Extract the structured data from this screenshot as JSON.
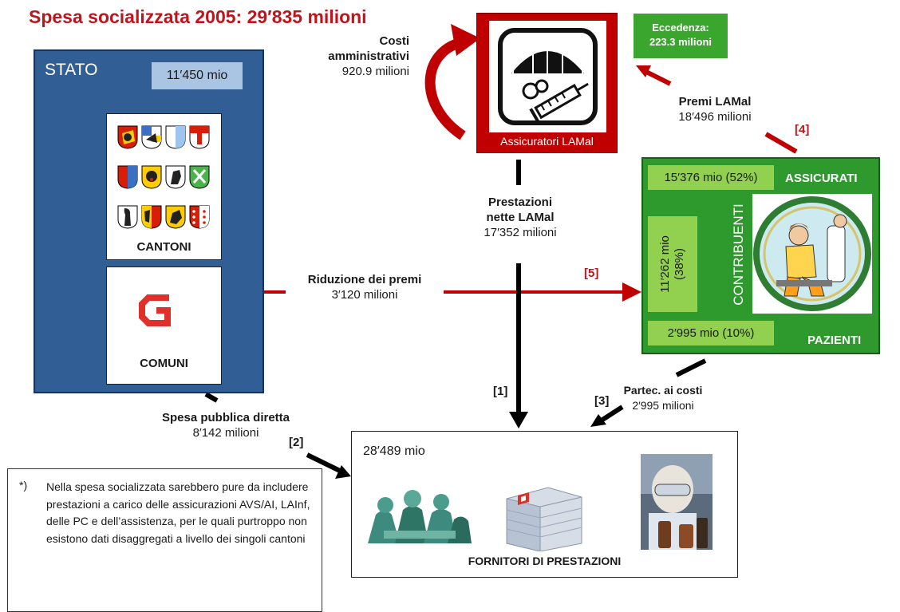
{
  "title": "Spesa socializzata 2005: 29′835 milioni",
  "stato": {
    "title": "STATO",
    "value": "11′450 mio",
    "cantoni_label": "CANTONI",
    "comuni_label": "COMUNI"
  },
  "assicuratori": {
    "label": "Assicuratori LAMal",
    "eccedenza_line1": "Eccedenza:",
    "eccedenza_line2": "223.3 milioni"
  },
  "costi_amm": {
    "line1": "Costi",
    "line2": "amministrativi",
    "line3": "920.9 milioni"
  },
  "premi": {
    "label": "Premi LAMal",
    "value": "18′496 milioni",
    "tag": "[4]"
  },
  "prestazioni": {
    "line1": "Prestazioni",
    "line2": "nette LAMal",
    "line3": "17′352 milioni",
    "tag": "[1]"
  },
  "riduzione": {
    "label": "Riduzione dei premi",
    "value": "3′120 milioni",
    "tag": "[5]"
  },
  "contribuenti": {
    "assicurati_value": "15′376 mio (52%)",
    "assicurati_label": "ASSICURATI",
    "contrib_value_line1": "11′262 mio",
    "contrib_value_line2": "(38%)",
    "contrib_label": "CONTRIBUENTI",
    "pazienti_value": "2′995 mio (10%)",
    "pazienti_label": "PAZIENTI"
  },
  "partec": {
    "label": "Partec. ai costi",
    "value": "2′995 milioni",
    "tag": "[3]"
  },
  "spesa_pubblica": {
    "label": "Spesa pubblica diretta",
    "value": "8′142 milioni",
    "tag": "[2]"
  },
  "fornitori": {
    "value": "28′489 mio",
    "label": "FORNITORI DI PRESTAZIONI"
  },
  "note": {
    "star": "*)",
    "text": "Nella spesa socializzata sarebbero pure da includere prestazioni  a carico delle assicurazioni AVS/AI, LAInf, delle PC e dell’assistenza, per le quali purtroppo non esistono dati disaggregati a livello dei singoli cantoni"
  },
  "colors": {
    "title_red": "#c0141c",
    "stato_blue": "#325e96",
    "assic_red": "#c00000",
    "green": "#2e9a2e",
    "light_green": "#92d050"
  }
}
